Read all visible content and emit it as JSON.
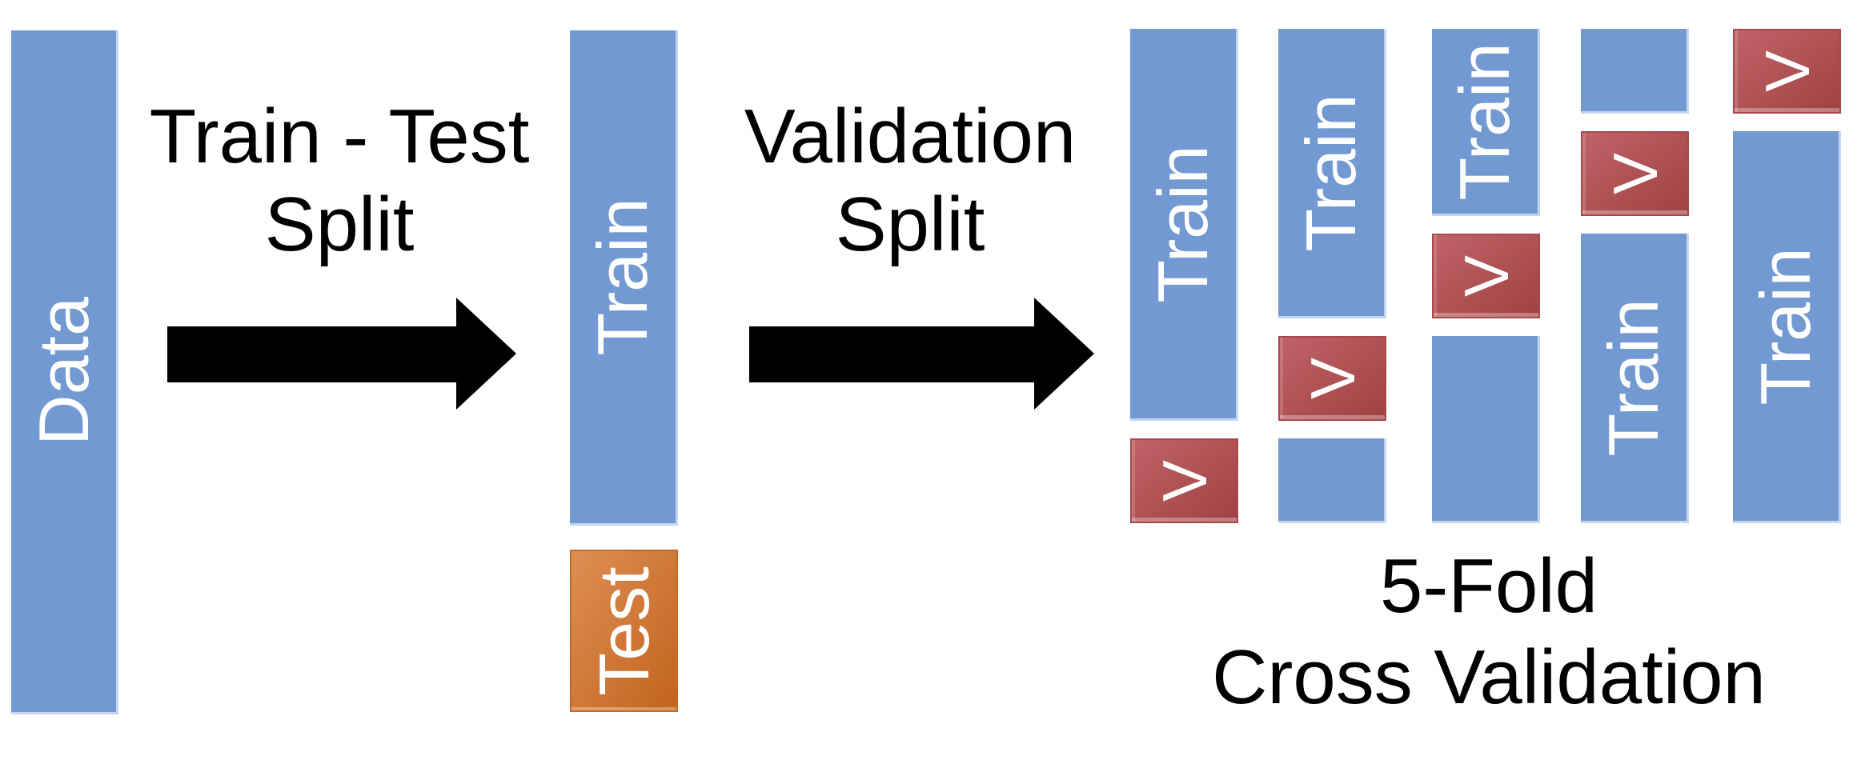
{
  "colors": {
    "background": "#ffffff",
    "train_blue": "#7299d1",
    "blue_edge": "#c3d5f0",
    "test_orange_light": "#de8e54",
    "test_orange_dark": "#c1641e",
    "test_orange_border": "#c36b28",
    "val_red_light": "#bf6366",
    "val_red_dark": "#9f4244",
    "val_red_border": "#a6494c",
    "arrow_black": "#000000",
    "text_black": "#000000",
    "label_white": "#ffffff"
  },
  "data_bar": {
    "label": "Data"
  },
  "steps": {
    "step1": {
      "line1": "Train - Test",
      "line2": "Split"
    },
    "step2": {
      "line1": "Validation",
      "line2": "Split"
    }
  },
  "split_bars": {
    "train_label": "Train",
    "test_label": "Test"
  },
  "cross_validation": {
    "caption_line1": "5-Fold",
    "caption_line2": "Cross Validation",
    "columns": [
      {
        "segments": [
          {
            "kind": "train",
            "from": 1,
            "to": 4,
            "label": "Train"
          },
          {
            "kind": "validation",
            "from": 5,
            "to": 5,
            "label": "V"
          }
        ]
      },
      {
        "segments": [
          {
            "kind": "train",
            "from": 1,
            "to": 3,
            "label": "Train"
          },
          {
            "kind": "validation",
            "from": 4,
            "to": 4,
            "label": "V"
          },
          {
            "kind": "train",
            "from": 5,
            "to": 5,
            "label": ""
          }
        ]
      },
      {
        "segments": [
          {
            "kind": "train",
            "from": 1,
            "to": 2,
            "label": "Train"
          },
          {
            "kind": "validation",
            "from": 3,
            "to": 3,
            "label": "V"
          },
          {
            "kind": "train",
            "from": 4,
            "to": 5,
            "label": ""
          }
        ]
      },
      {
        "segments": [
          {
            "kind": "train",
            "from": 1,
            "to": 1,
            "label": ""
          },
          {
            "kind": "validation",
            "from": 2,
            "to": 2,
            "label": "V"
          },
          {
            "kind": "train",
            "from": 3,
            "to": 5,
            "label": "Train"
          }
        ]
      },
      {
        "segments": [
          {
            "kind": "validation",
            "from": 1,
            "to": 1,
            "label": "V"
          },
          {
            "kind": "train",
            "from": 2,
            "to": 5,
            "label": "Train"
          }
        ]
      }
    ]
  }
}
